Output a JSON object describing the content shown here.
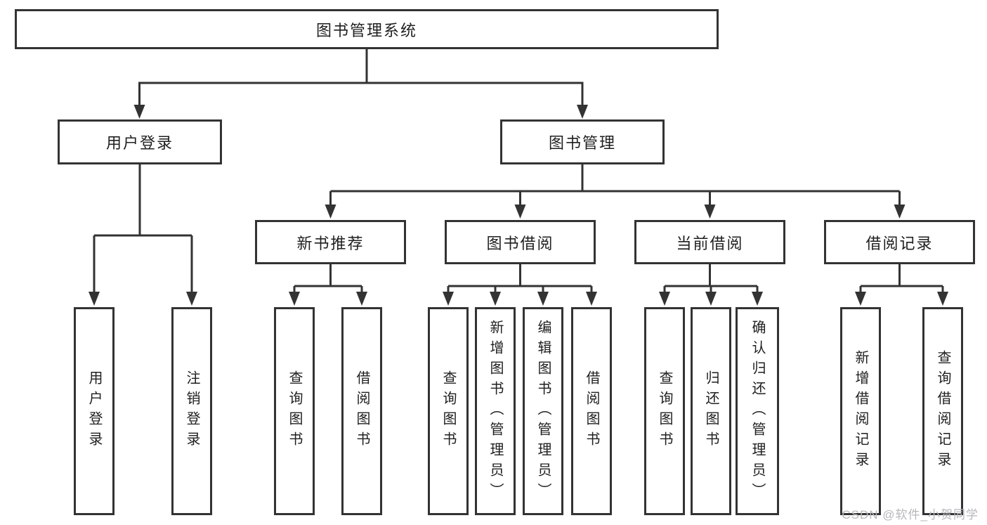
{
  "colors": {
    "line": "#333333",
    "box_border": "#333333",
    "text": "#1f1f1f",
    "background": "#ffffff",
    "watermark_text": "#b8b8bc"
  },
  "diagram": {
    "root": {
      "label": "图书管理系统",
      "children": [
        {
          "label": "用户登录",
          "children": [
            {
              "label": "用户登录"
            },
            {
              "label": "注销登录"
            }
          ]
        },
        {
          "label": "图书管理",
          "children": [
            {
              "label": "新书推荐",
              "children": [
                {
                  "label": "查询图书"
                },
                {
                  "label": "借阅图书"
                }
              ]
            },
            {
              "label": "图书借阅",
              "children": [
                {
                  "label": "查询图书"
                },
                {
                  "label": "新增图书（管理员）"
                },
                {
                  "label": "编辑图书（管理员）"
                },
                {
                  "label": "借阅图书"
                }
              ]
            },
            {
              "label": "当前借阅",
              "children": [
                {
                  "label": "查询图书"
                },
                {
                  "label": "归还图书"
                },
                {
                  "label": "确认归还（管理员）"
                }
              ]
            },
            {
              "label": "借阅记录",
              "children": [
                {
                  "label": "新增借阅记录"
                },
                {
                  "label": "查询借阅记录"
                }
              ]
            }
          ]
        }
      ]
    },
    "watermark": "CSDN @软件_小贺同学"
  }
}
